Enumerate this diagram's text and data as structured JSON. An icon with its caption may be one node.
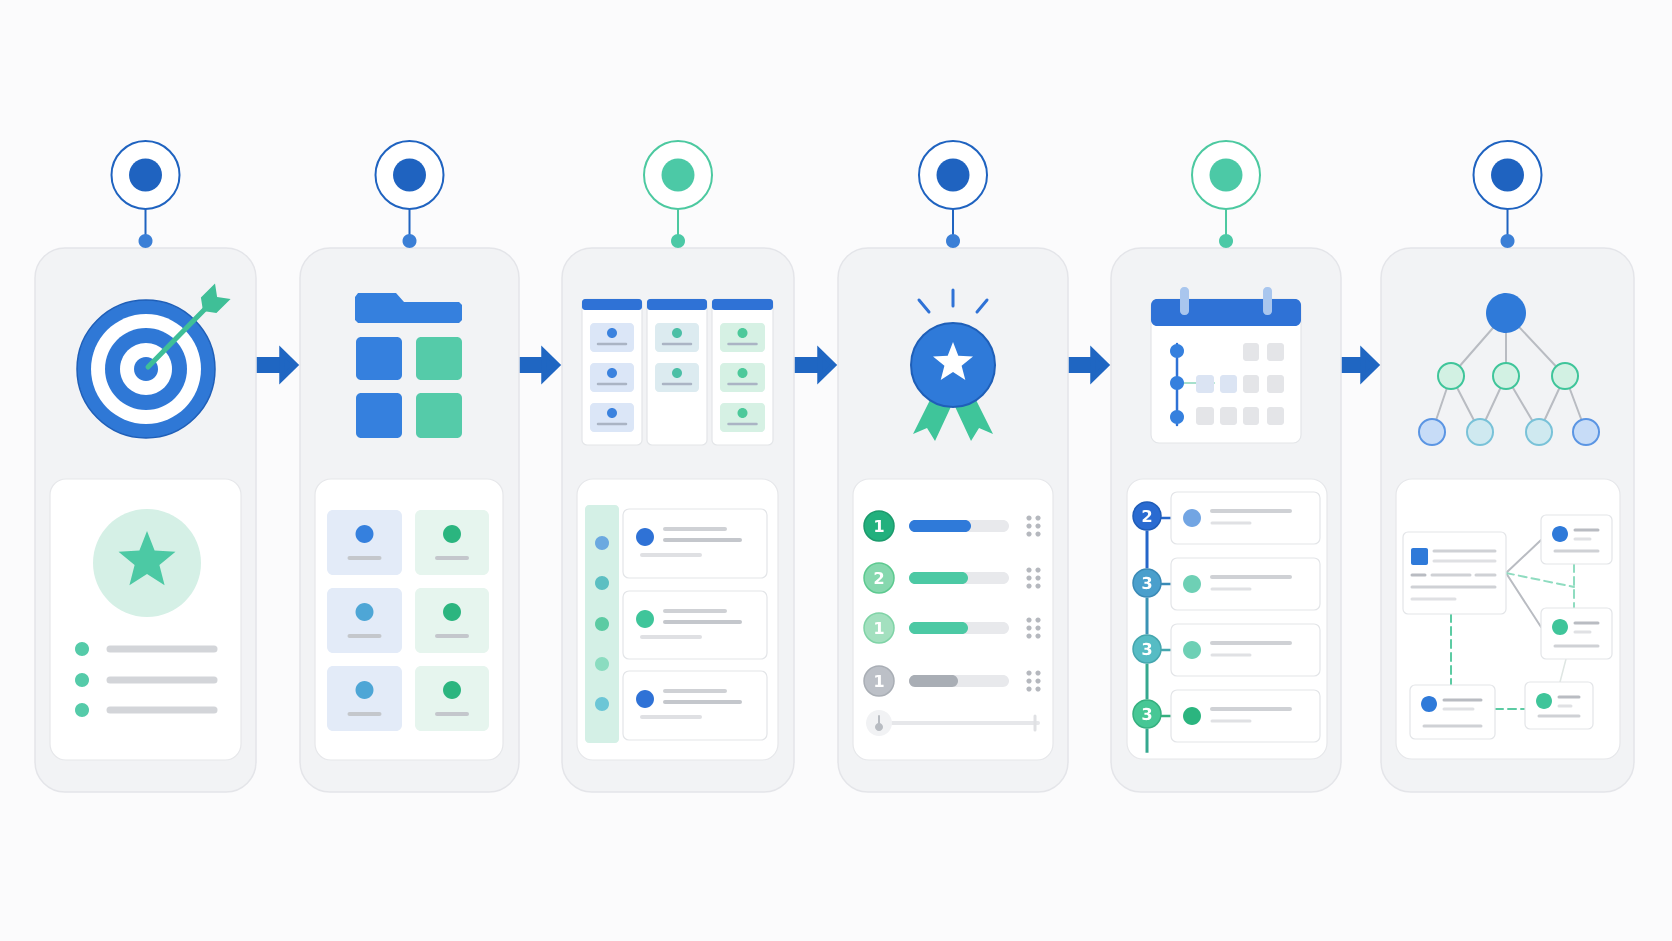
{
  "diagram": {
    "nodes": [
      {
        "text": [],
        "shape": "box"
      },
      {
        "text": [],
        "shape": "box"
      },
      {
        "text": [],
        "shape": "box"
      },
      {
        "text": [],
        "shape": "box"
      },
      {
        "text": [],
        "shape": "box"
      },
      {
        "text": [],
        "shape": "box"
      },
      {
        "text": [
          "1"
        ],
        "in": 3
      },
      {
        "text": [
          "2"
        ],
        "in": 3
      },
      {
        "text": [
          "1"
        ],
        "in": 3
      },
      {
        "text": [
          "1"
        ],
        "in": 3
      },
      {
        "text": [
          "2"
        ],
        "in": 4
      },
      {
        "text": [
          "3"
        ],
        "in": 4
      },
      {
        "text": [
          "3"
        ],
        "in": 4
      },
      {
        "text": [
          "3"
        ],
        "in": 4
      }
    ],
    "edges": [
      {
        "from": 0,
        "to": 1,
        "arrow": "to"
      },
      {
        "from": 1,
        "to": 2,
        "arrow": "to"
      },
      {
        "from": 2,
        "to": 3,
        "arrow": "to"
      },
      {
        "from": 3,
        "to": 4,
        "arrow": "to"
      },
      {
        "from": 4,
        "to": 5,
        "arrow": "to"
      },
      {
        "from": 10,
        "to": 11,
        "arrow": "none",
        "color": "#2566c9"
      },
      {
        "from": 11,
        "to": 12,
        "arrow": "none",
        "color": "#3b93b5"
      },
      {
        "from": 12,
        "to": 13,
        "arrow": "none",
        "color": "#35a88f"
      }
    ]
  }
}
